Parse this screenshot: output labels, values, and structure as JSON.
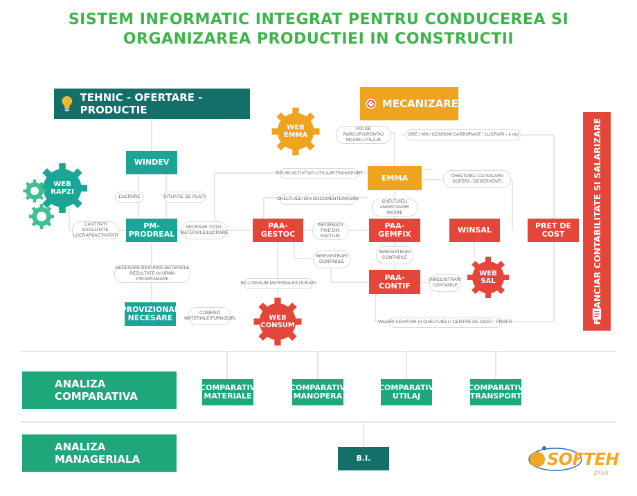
{
  "title": {
    "line1": "SISTEM INFORMATIC INTEGRAT PENTRU CONDUCEREA SI",
    "line2": "ORGANIZAREA PRODUCTIEI IN CONSTRUCTII"
  },
  "headers": {
    "tehnic": "TEHNIC - OFERTARE - PRODUCTIE",
    "mecanizare": "MECANIZARE",
    "financiar": "FINANCIAR CONTABILITATE SI SALARIZARE",
    "analiza_comparativa": "ANALIZA COMPARATIVA",
    "analiza_manageriala": "ANALIZA MANAGERIALA"
  },
  "modules": {
    "windev": "WINDEV",
    "pm_prodreal": "PM-PRODREAL",
    "aprovizionare": "APROVIZIONARE NECESARE",
    "paa_gestoc": "PAA-GESTOC",
    "paa_gemfix": "PAA-GEMFIX",
    "paa_contif": "PAA-CONTIF",
    "winsal": "WINSAL",
    "pret_de_cost": "PRET DE COST",
    "emma": "EMMA",
    "comp_materiale": "COMPARATIV MATERIALE",
    "comp_manopera": "COMPARATIV MANOPERA",
    "comp_utilaj": "COMPARATIV UTILAJ",
    "comp_transport": "COMPARATIV TRANSPORT",
    "bi": "B.I."
  },
  "gears": {
    "web_rapzi": "WEB RAPZI",
    "web_emma": "WEB EMMA",
    "web_consum": "WEB CONSUM",
    "web_sal": "WEB SAL"
  },
  "labels": {
    "lucrare": "LUCRARE",
    "situatie_plata": "SITUATIE DE PLATA",
    "cantitati": "CANTITATI EXECUTATE LUCRARI/ACTIVITATI",
    "necesar_total": "NECESAR TOTAL MATERIALE/LUCRARE",
    "necesare_resurse": "NECESARE RESURSE MATERIALE REZULTATE IN URMA PROGRAMARII",
    "comenzi": "COMENZI MATERIALE/FURNIZORI",
    "bc_consum": "BC-CONSUM MATERIALE/LUCRARI",
    "informatii_fixe": "INFORMATII FIXE DIN FACTURI",
    "inregistrari_contabile_1": "INREGISTRARI CONTABILE",
    "inregistrari_contabile_2": "INREGISTRARI CONTABILE",
    "inregistrari_contabile_3": "INREGISTRARI CONTABILE",
    "tipuri_activitati": "TIPURI ACTIVITATI UTILAJE/TRANSPORT",
    "cheltuieli_documente": "CHELTUIELI DIN DOCUMENTE/MASINI",
    "cheltuieli_amortizare": "CHELTUIELI AMORTIZARE MASINI",
    "cheltuieli_salarii": "CHELTUIELI CU SALARII SOFERI - DESERVENTI",
    "foi_parcurs": "FOI DE PARCURS/PONTAJ MASINI-UTILAJE",
    "ore_km": "ORE / KM / CONSUM CARBURANT / LUCRARI - k rep",
    "valori_venituri": "VALORI VENITURI SI CHELTUIELI / CENTRE DE COST / PROFIT"
  },
  "logo": {
    "name": "SOFTEH",
    "sub": "plus"
  },
  "colors": {
    "title_green": "#3db54a",
    "teal": "#1aa596",
    "red": "#e4463a",
    "orange": "#f0a31f",
    "green": "#1fa67a",
    "dark_teal": "#146f6b"
  },
  "icons": [
    "lightbulb-icon",
    "gauge-icon",
    "pie-chart-icon",
    "gear-icon",
    "document-icon"
  ]
}
